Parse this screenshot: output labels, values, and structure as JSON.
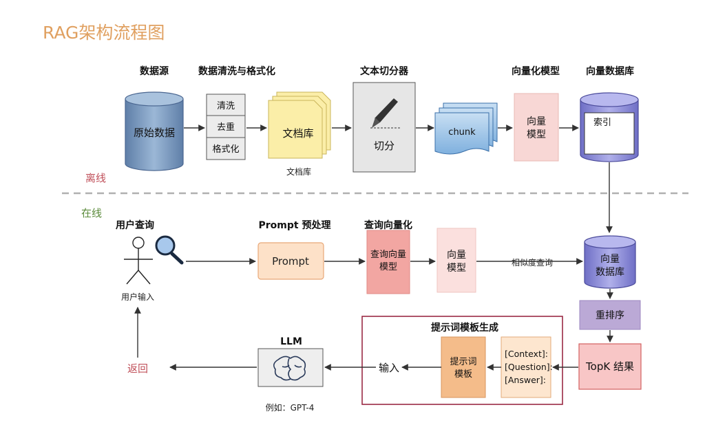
{
  "title": "RAG架构流程图",
  "colors": {
    "title": "#e0a060",
    "offline_label": "#c0505a",
    "online_label": "#5a8a3a",
    "arrow": "#333333",
    "divider": "#b0b0b0"
  },
  "offline": {
    "label": "离线",
    "source": {
      "heading": "数据源",
      "label": "原始数据"
    },
    "cleaning": {
      "heading": "数据清洗与格式化",
      "steps": [
        "清洗",
        "去重",
        "格式化"
      ]
    },
    "docs": {
      "label": "文档库",
      "caption": "文档库"
    },
    "splitter": {
      "heading": "文本切分器",
      "label": "切分"
    },
    "chunk": {
      "label": "chunk"
    },
    "embed_model": {
      "heading": "向量化模型",
      "line1": "向量",
      "line2": "模型"
    },
    "vector_db": {
      "heading": "向量数据库",
      "label": "索引"
    }
  },
  "online": {
    "label": "在线",
    "user": {
      "heading": "用户查询",
      "caption": "用户输入"
    },
    "prompt": {
      "heading": "Prompt 预处理",
      "label": "Prompt"
    },
    "query_vec": {
      "heading": "查询向量化",
      "line1": "查询向量",
      "line2": "模型"
    },
    "vec_model": {
      "line1": "向量",
      "line2": "模型"
    },
    "similarity": "相似度查询",
    "vector_db": {
      "line1": "向量",
      "line2": "数据库"
    },
    "rerank": "重排序",
    "topk": "TopK 结果",
    "template": {
      "heading": "提示词模板生成",
      "box_line1": "提示词",
      "box_line2": "模板",
      "slots": [
        "[Context]:",
        "[Question]:",
        "[Answer]:"
      ]
    },
    "input_label": "输入",
    "llm": {
      "heading": "LLM",
      "caption": "例如：GPT-4"
    },
    "return_label": "返回"
  }
}
